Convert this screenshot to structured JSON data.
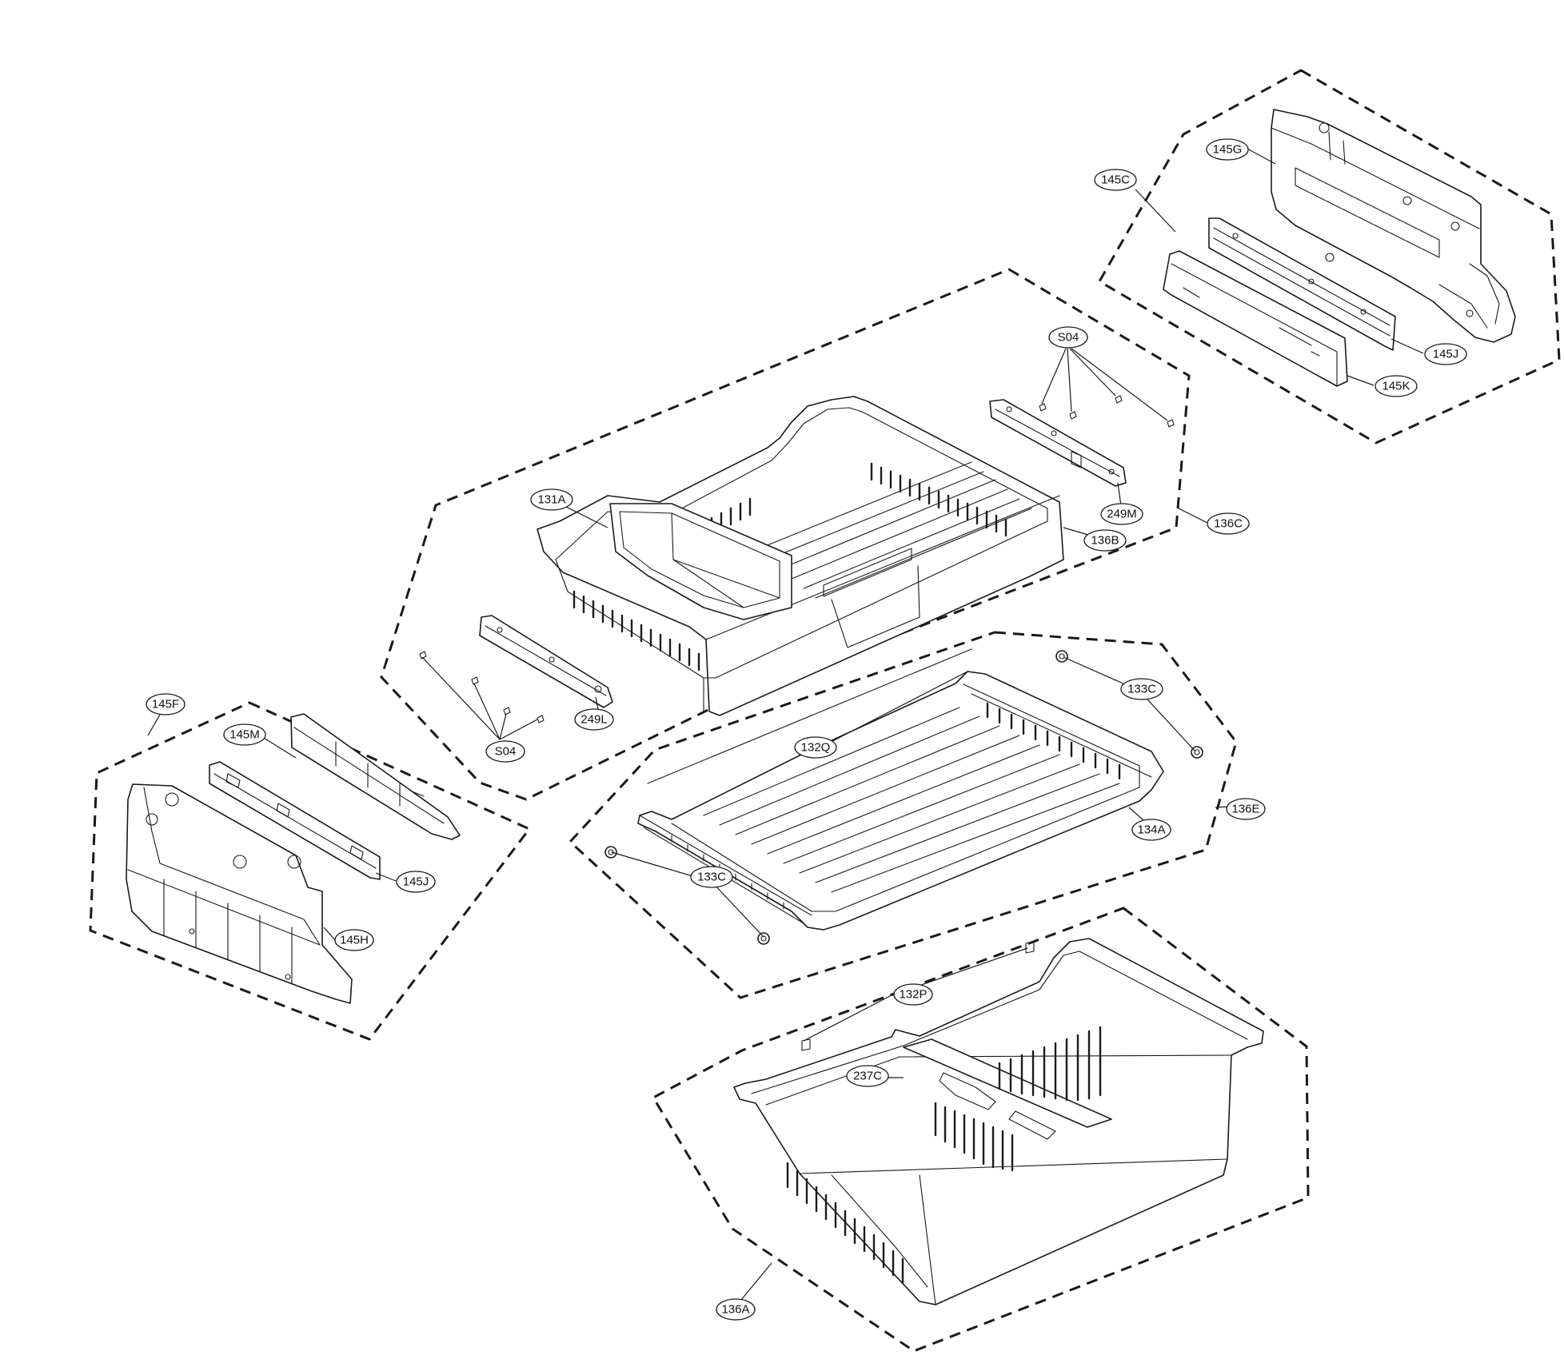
{
  "callouts": [
    {
      "id": "145C",
      "label": "145C"
    },
    {
      "id": "145G",
      "label": "145G"
    },
    {
      "id": "145J-top",
      "label": "145J"
    },
    {
      "id": "145K",
      "label": "145K"
    },
    {
      "id": "S04-top",
      "label": "S04"
    },
    {
      "id": "249M",
      "label": "249M"
    },
    {
      "id": "136C",
      "label": "136C"
    },
    {
      "id": "136B",
      "label": "136B"
    },
    {
      "id": "131A",
      "label": "131A"
    },
    {
      "id": "249L",
      "label": "249L"
    },
    {
      "id": "S04-bottom",
      "label": "S04"
    },
    {
      "id": "145F",
      "label": "145F"
    },
    {
      "id": "145M",
      "label": "145M"
    },
    {
      "id": "145J-left",
      "label": "145J"
    },
    {
      "id": "145H",
      "label": "145H"
    },
    {
      "id": "133C-top",
      "label": "133C"
    },
    {
      "id": "132Q",
      "label": "132Q"
    },
    {
      "id": "136E",
      "label": "136E"
    },
    {
      "id": "134A",
      "label": "134A"
    },
    {
      "id": "133C-bottom",
      "label": "133C"
    },
    {
      "id": "132P",
      "label": "132P"
    },
    {
      "id": "237C",
      "label": "237C"
    },
    {
      "id": "136A",
      "label": "136A"
    }
  ]
}
